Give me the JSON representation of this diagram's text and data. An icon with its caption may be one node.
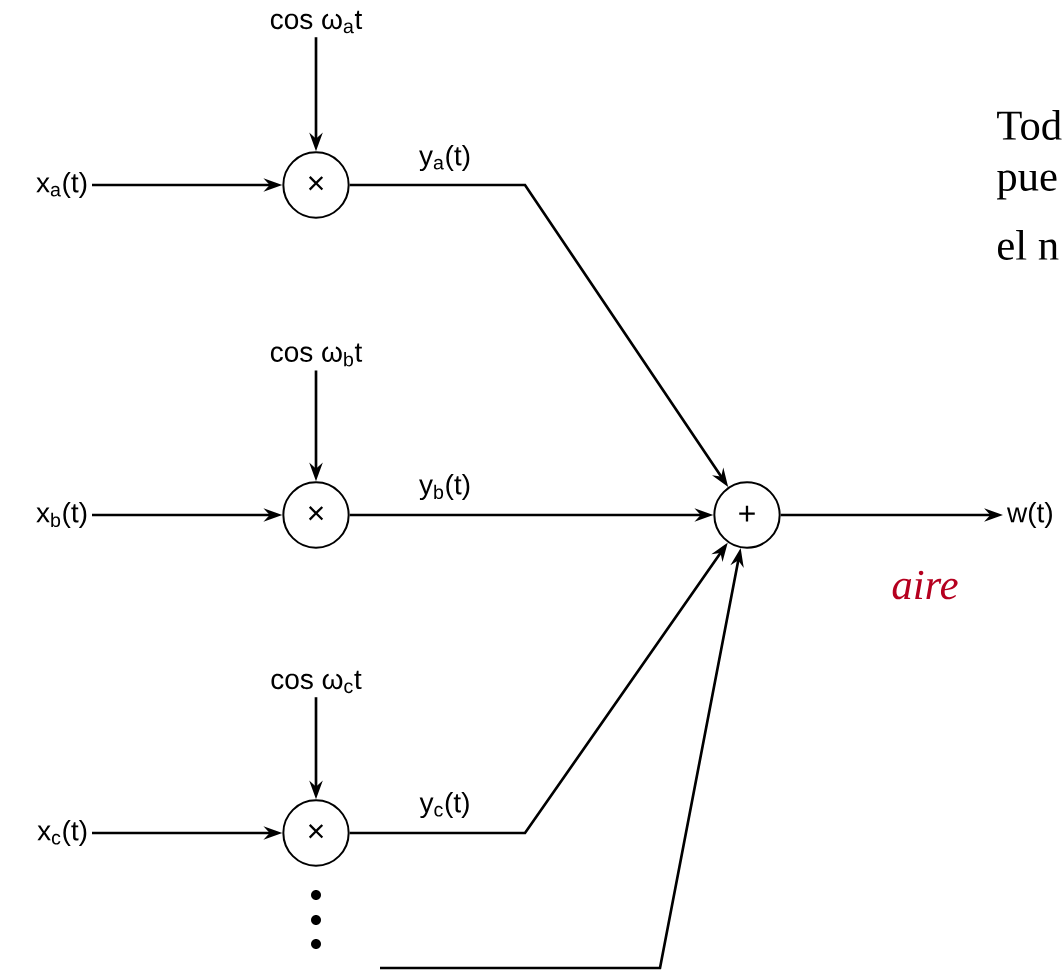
{
  "diagram": {
    "nodes": [
      {
        "text": [
          "x$_{a}$(t)"
        ]
      },
      {
        "text": [
          "cos ω$_{a}$t"
        ]
      },
      {
        "text": [
          "×"
        ]
      },
      {
        "text": [
          "x$_{b}$(t)"
        ]
      },
      {
        "text": [
          "cos ω$_{b}$t"
        ]
      },
      {
        "text": [
          "×"
        ]
      },
      {
        "text": [
          "x$_{c}$(t)"
        ]
      },
      {
        "text": [
          "cos ω$_{c}$t"
        ]
      },
      {
        "text": [
          "×"
        ]
      },
      {
        "text": [
          "+"
        ]
      },
      {
        "text": [
          "w(t)"
        ]
      }
    ],
    "edges": [
      {
        "from": 0,
        "to": 2,
        "arrow": "to"
      },
      {
        "from": 1,
        "to": 2,
        "arrow": "to"
      },
      {
        "from": 2,
        "to": 9,
        "arrow": "to",
        "label": "y$_{a}$(t)"
      },
      {
        "from": 3,
        "to": 5,
        "arrow": "to"
      },
      {
        "from": 4,
        "to": 5,
        "arrow": "to"
      },
      {
        "from": 5,
        "to": 9,
        "arrow": "to",
        "label": "y$_{b}$(t)"
      },
      {
        "from": 6,
        "to": 8,
        "arrow": "to"
      },
      {
        "from": 7,
        "to": 8,
        "arrow": "to"
      },
      {
        "from": 8,
        "to": 9,
        "arrow": "to",
        "label": "y$_{c}$(t)"
      },
      {
        "from": null,
        "to": 9,
        "arrow": "to"
      },
      {
        "from": 9,
        "to": 10,
        "arrow": "to"
      }
    ],
    "labels": [
      "Tod",
      "pue",
      "el n",
      "aire"
    ]
  }
}
